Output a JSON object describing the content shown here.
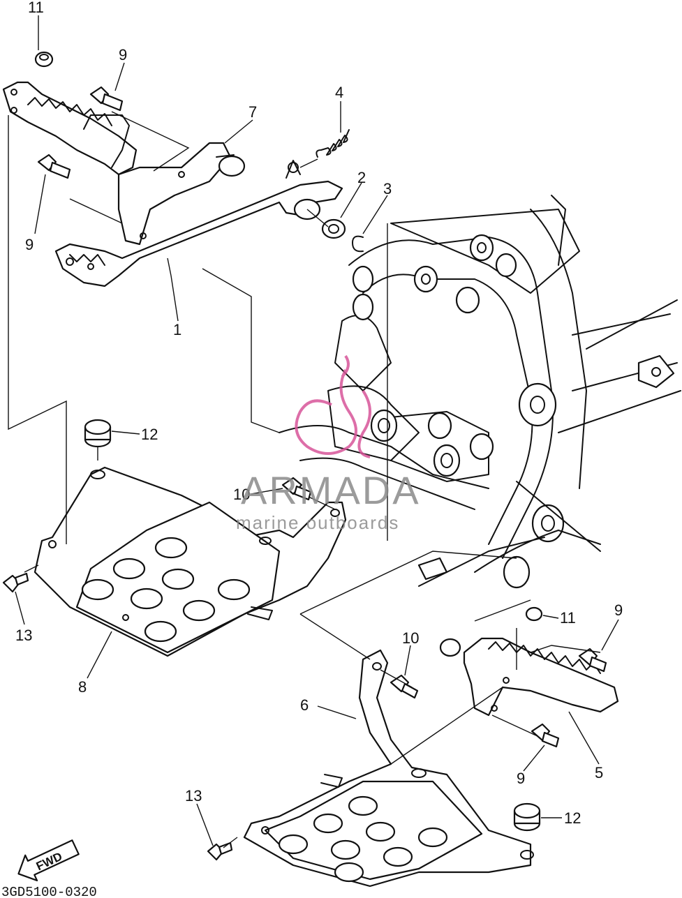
{
  "diagram": {
    "callouts": [
      {
        "id": "c-11-top",
        "text": "11"
      },
      {
        "id": "c-9-top",
        "text": "9"
      },
      {
        "id": "c-4",
        "text": "4"
      },
      {
        "id": "c-7",
        "text": "7"
      },
      {
        "id": "c-2",
        "text": "2"
      },
      {
        "id": "c-3",
        "text": "3"
      },
      {
        "id": "c-9-left",
        "text": "9"
      },
      {
        "id": "c-1",
        "text": "1"
      },
      {
        "id": "c-12-top",
        "text": "12"
      },
      {
        "id": "c-10-mid",
        "text": "10"
      },
      {
        "id": "c-13-left",
        "text": "13"
      },
      {
        "id": "c-8",
        "text": "8"
      },
      {
        "id": "c-11-right",
        "text": "11"
      },
      {
        "id": "c-9-right",
        "text": "9"
      },
      {
        "id": "c-10-low",
        "text": "10"
      },
      {
        "id": "c-6",
        "text": "6"
      },
      {
        "id": "c-5",
        "text": "5"
      },
      {
        "id": "c-9-low",
        "text": "9"
      },
      {
        "id": "c-13-low",
        "text": "13"
      },
      {
        "id": "c-12-low",
        "text": "12"
      }
    ],
    "fwd_label": "FWD",
    "diagram_code": "3GD5100-0320"
  },
  "watermark": {
    "brand": "ARMADA",
    "tagline": "marine outboards",
    "color": "#d8559a",
    "text_color": "#8a8a8a"
  }
}
